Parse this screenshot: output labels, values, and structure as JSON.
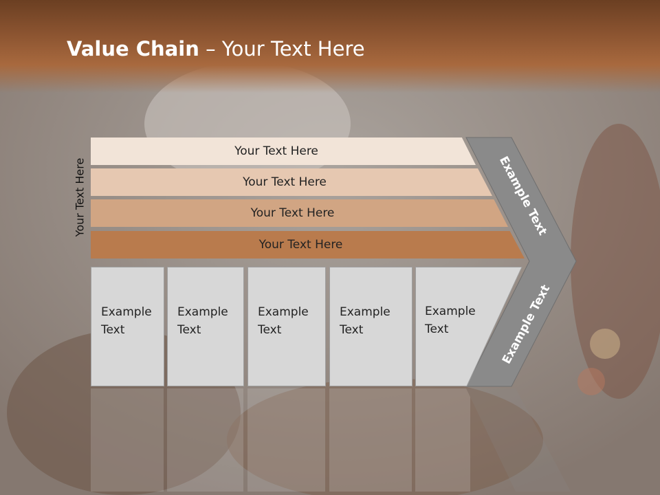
{
  "slide": {
    "title_bold": "Value Chain",
    "title_rest": " – Your Text Here"
  },
  "side_label": "Your Text Here",
  "rows": [
    {
      "label": "Your Text Here"
    },
    {
      "label": "Your Text Here"
    },
    {
      "label": "Your Text Here"
    },
    {
      "label": "Your Text Here"
    }
  ],
  "cards": [
    {
      "line1": "Example",
      "line2": "Text"
    },
    {
      "line1": "Example",
      "line2": "Text"
    },
    {
      "line1": "Example",
      "line2": "Text"
    },
    {
      "line1": "Example",
      "line2": "Text"
    },
    {
      "line1": "Example",
      "line2": "Text"
    }
  ],
  "chevron": {
    "upper_text": "Example Text",
    "lower_text": "Example Text"
  },
  "colors": {
    "title_bar": "#8a5330",
    "row1": "#f2e4d8",
    "row2": "#e6c8b1",
    "row3": "#d1a583",
    "row4": "#b97b4d",
    "card": "#d7d7d7",
    "chevron": "#7f7f7f"
  }
}
